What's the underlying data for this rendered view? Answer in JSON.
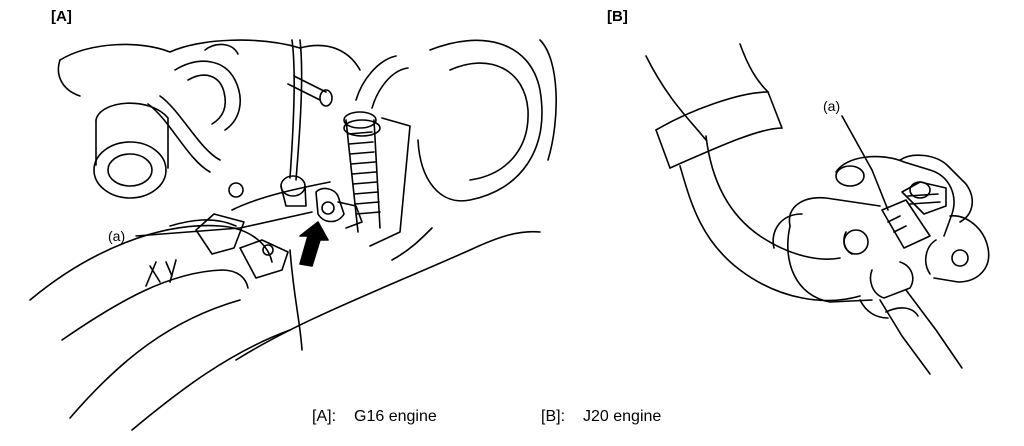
{
  "panels": {
    "a": {
      "label": "[A]",
      "callout": "(a)"
    },
    "b": {
      "label": "[B]",
      "callout": "(a)"
    }
  },
  "captions": [
    {
      "key": "[A]:",
      "value": "G16 engine"
    },
    {
      "key": "[B]:",
      "value": "J20 engine"
    }
  ]
}
